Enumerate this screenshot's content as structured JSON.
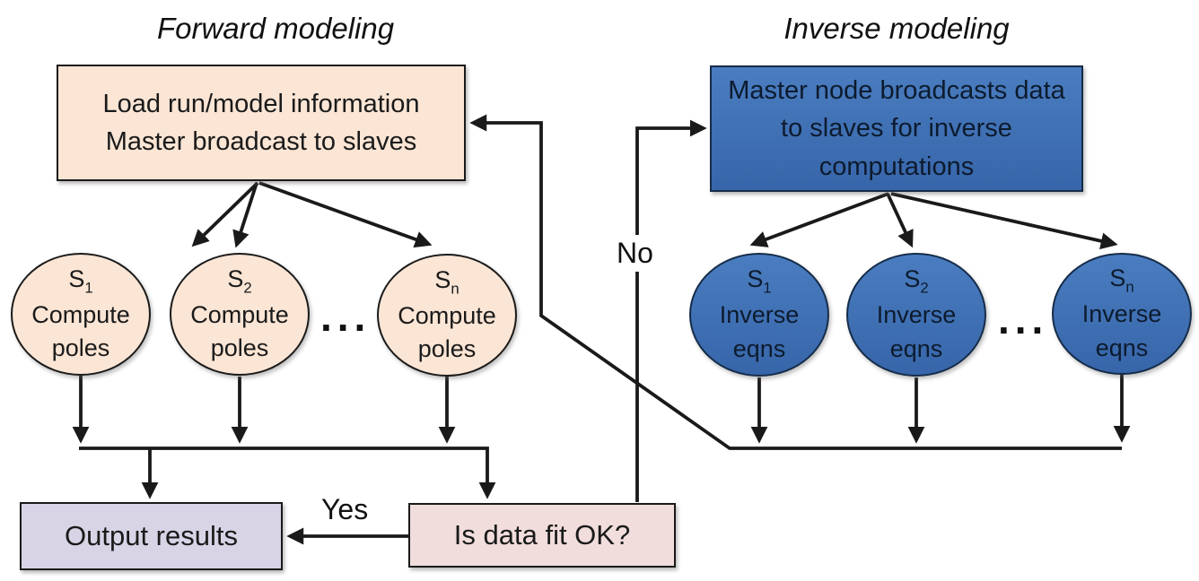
{
  "titles": {
    "forward": "Forward modeling",
    "inverse": "Inverse modeling"
  },
  "forward": {
    "master_lines": [
      "Load run/model information",
      "Master broadcast to slaves"
    ],
    "slaves": [
      {
        "s": "S",
        "sub": "1",
        "task1": "Compute",
        "task2": "poles"
      },
      {
        "s": "S",
        "sub": "2",
        "task1": "Compute",
        "task2": "poles"
      },
      {
        "s": "S",
        "sub": "n",
        "task1": "Compute",
        "task2": "poles"
      }
    ],
    "ellipsis": "..."
  },
  "inverse": {
    "master_lines": [
      "Master node broadcasts data",
      "to slaves for inverse",
      "computations"
    ],
    "slaves": [
      {
        "s": "S",
        "sub": "1",
        "task1": "Inverse",
        "task2": "eqns"
      },
      {
        "s": "S",
        "sub": "2",
        "task1": "Inverse",
        "task2": "eqns"
      },
      {
        "s": "S",
        "sub": "n",
        "task1": "Inverse",
        "task2": "eqns"
      }
    ],
    "ellipsis": "..."
  },
  "decision": {
    "label": "Is data fit OK?"
  },
  "output": {
    "label": "Output results"
  },
  "edge_labels": {
    "yes": "Yes",
    "no": "No"
  },
  "colors": {
    "ink": "#1a1a1a",
    "peach": "#FBE5D5",
    "blue-light": "#4A7DC0",
    "blue-dark": "#3765A9",
    "blue-border": "#152C49",
    "blue-text": "#0D1B2E",
    "lavender": "#D8D4E6",
    "pink": "#F0DDDC"
  }
}
